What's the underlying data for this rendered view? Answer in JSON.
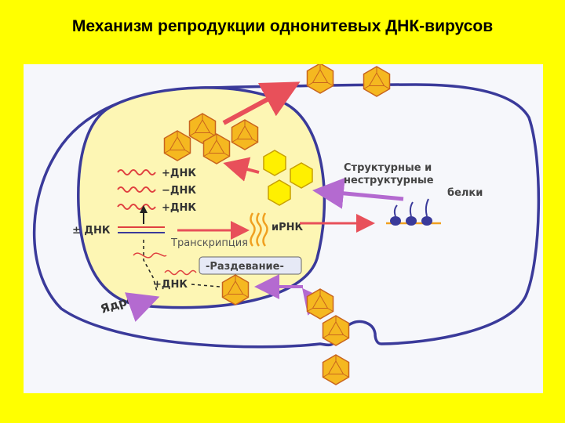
{
  "title": "Механизм репродукции однонитевых ДНК-вирусов",
  "labels": {
    "dna_plus_1": "+ДНК",
    "dna_minus": "−ДНК",
    "dna_plus_2": "+ДНК",
    "dna_pm": "± ДНК",
    "transcription": "Транскрипция",
    "mrna": "иРНК",
    "uncoating": "-Раздевание-",
    "dna_plus_3": "+ДНК",
    "nucleus": "Ядро",
    "proteins_line1": "Структурные и",
    "proteins_line2": "неструктурные",
    "proteins_line3": "белки"
  },
  "colors": {
    "background": "#ffff00",
    "nucleus_fill": "#fdf6b4",
    "membrane": "#3a3a9a",
    "arrow_red": "#e8505a",
    "arrow_violet": "#b46ad0",
    "capsid": "#f5b820",
    "capsid_edge": "#c8641e",
    "protein_yellow": "#fff000",
    "wave_red": "#e04040",
    "mrna_orange": "#f0a020",
    "ribosome": "#3a3a9a"
  }
}
